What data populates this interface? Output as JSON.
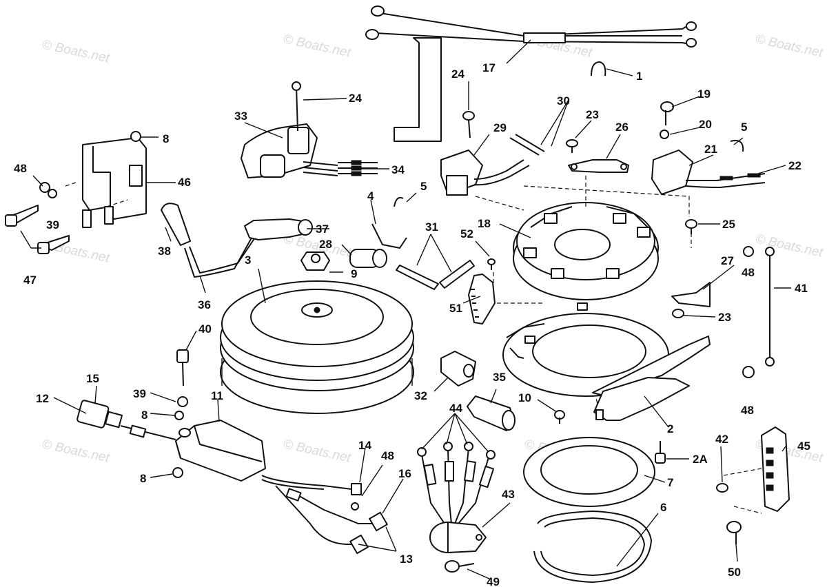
{
  "watermark": "© Boats.net",
  "callouts": [
    {
      "id": "1",
      "text": "1"
    },
    {
      "id": "2",
      "text": "2"
    },
    {
      "id": "2A",
      "text": "2A"
    },
    {
      "id": "3",
      "text": "3"
    },
    {
      "id": "4",
      "text": "4"
    },
    {
      "id": "5a",
      "text": "5"
    },
    {
      "id": "5b",
      "text": "5"
    },
    {
      "id": "6",
      "text": "6"
    },
    {
      "id": "7",
      "text": "7"
    },
    {
      "id": "8a",
      "text": "8"
    },
    {
      "id": "8b",
      "text": "8"
    },
    {
      "id": "8c",
      "text": "8"
    },
    {
      "id": "9",
      "text": "9"
    },
    {
      "id": "10",
      "text": "10"
    },
    {
      "id": "11",
      "text": "11"
    },
    {
      "id": "12",
      "text": "12"
    },
    {
      "id": "13",
      "text": "13"
    },
    {
      "id": "14",
      "text": "14"
    },
    {
      "id": "15",
      "text": "15"
    },
    {
      "id": "16",
      "text": "16"
    },
    {
      "id": "17",
      "text": "17"
    },
    {
      "id": "18",
      "text": "18"
    },
    {
      "id": "19",
      "text": "19"
    },
    {
      "id": "20",
      "text": "20"
    },
    {
      "id": "21",
      "text": "21"
    },
    {
      "id": "22",
      "text": "22"
    },
    {
      "id": "23a",
      "text": "23"
    },
    {
      "id": "23b",
      "text": "23"
    },
    {
      "id": "24a",
      "text": "24"
    },
    {
      "id": "24b",
      "text": "24"
    },
    {
      "id": "25",
      "text": "25"
    },
    {
      "id": "26",
      "text": "26"
    },
    {
      "id": "27",
      "text": "27"
    },
    {
      "id": "28",
      "text": "28"
    },
    {
      "id": "29",
      "text": "29"
    },
    {
      "id": "30",
      "text": "30"
    },
    {
      "id": "31",
      "text": "31"
    },
    {
      "id": "32",
      "text": "32"
    },
    {
      "id": "33",
      "text": "33"
    },
    {
      "id": "34",
      "text": "34"
    },
    {
      "id": "35",
      "text": "35"
    },
    {
      "id": "36",
      "text": "36"
    },
    {
      "id": "37",
      "text": "37"
    },
    {
      "id": "38",
      "text": "38"
    },
    {
      "id": "39a",
      "text": "39"
    },
    {
      "id": "39b",
      "text": "39"
    },
    {
      "id": "40",
      "text": "40"
    },
    {
      "id": "41",
      "text": "41"
    },
    {
      "id": "42",
      "text": "42"
    },
    {
      "id": "43",
      "text": "43"
    },
    {
      "id": "44",
      "text": "44"
    },
    {
      "id": "45",
      "text": "45"
    },
    {
      "id": "47",
      "text": "47"
    },
    {
      "id": "48a",
      "text": "48"
    },
    {
      "id": "48b",
      "text": "48"
    },
    {
      "id": "48c",
      "text": "48"
    },
    {
      "id": "48d",
      "text": "48"
    },
    {
      "id": "49",
      "text": "49"
    },
    {
      "id": "50",
      "text": "50"
    },
    {
      "id": "51",
      "text": "51"
    },
    {
      "id": "52",
      "text": "52"
    },
    {
      "id": "46",
      "text": "46"
    }
  ]
}
